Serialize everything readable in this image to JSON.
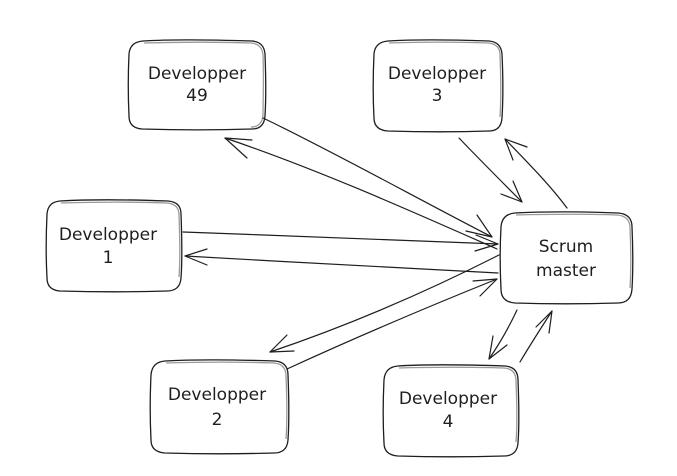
{
  "nodes": {
    "dev49": {
      "line1": "Developper",
      "line2": "49"
    },
    "dev3": {
      "line1": "Developper",
      "line2": "3"
    },
    "dev1": {
      "line1": "Developper",
      "line2": "1"
    },
    "scrum": {
      "line1": "Scrum",
      "line2": "master"
    },
    "dev2": {
      "line1": "Developper",
      "line2": "2"
    },
    "dev4": {
      "line1": "Developper",
      "line2": "4"
    }
  },
  "colors": {
    "stroke": "#1e1e1e",
    "background": "#ffffff"
  }
}
